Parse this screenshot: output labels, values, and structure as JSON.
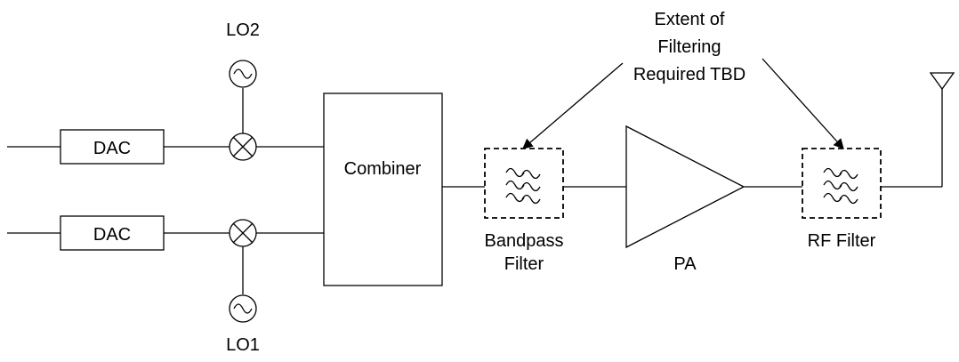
{
  "blocks": {
    "dac_top": "DAC",
    "dac_bottom": "DAC",
    "lo2": "LO2",
    "lo1": "LO1",
    "combiner": "Combiner",
    "bandpass_line1": "Bandpass",
    "bandpass_line2": "Filter",
    "pa": "PA",
    "rf_filter": "RF Filter"
  },
  "annotation": {
    "line1": "Extent of",
    "line2": "Filtering",
    "line3": "Required TBD"
  },
  "icons": {
    "oscillator": "sine-source-icon",
    "mixer": "mixer-cross-icon",
    "filter": "bandpass-filter-icon",
    "amplifier": "triangle-amplifier-icon",
    "antenna": "antenna-icon"
  }
}
